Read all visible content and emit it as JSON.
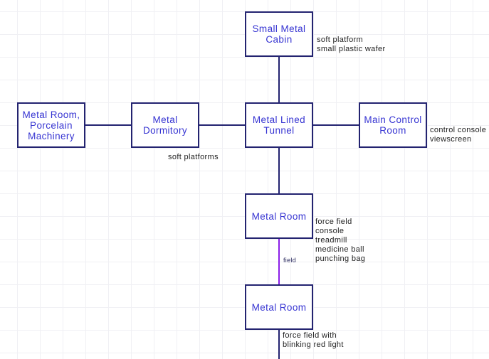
{
  "map": {
    "rooms": [
      {
        "name": "Small Metal Cabin"
      },
      {
        "name": "Metal Room, Porcelain Machinery"
      },
      {
        "name": "Metal Dormitory"
      },
      {
        "name": "Metal Lined Tunnel"
      },
      {
        "name": "Main Control Room"
      },
      {
        "name": "Metal Room"
      },
      {
        "name": "Metal Room"
      }
    ],
    "annotations": {
      "cabin_objects": "soft platform\nsmall plastic wafer",
      "dormitory_objects": "soft platforms",
      "control_room_objects": "control console\nviewscreen",
      "gym_objects": "force field\nconsole\ntreadmill\nmedicine ball\npunching bag",
      "bottom_room_objects": "force field with\nblinking red light"
    },
    "connections": {
      "field_label": "field"
    },
    "colors": {
      "room_border": "#232370",
      "room_text": "#3634d2",
      "connection_line": "#232370",
      "field_connection_line": "#8b1fe8",
      "annotation_text": "#1f1f1f",
      "grid_line": "#f0f0f4",
      "background": "#ffffff"
    }
  }
}
